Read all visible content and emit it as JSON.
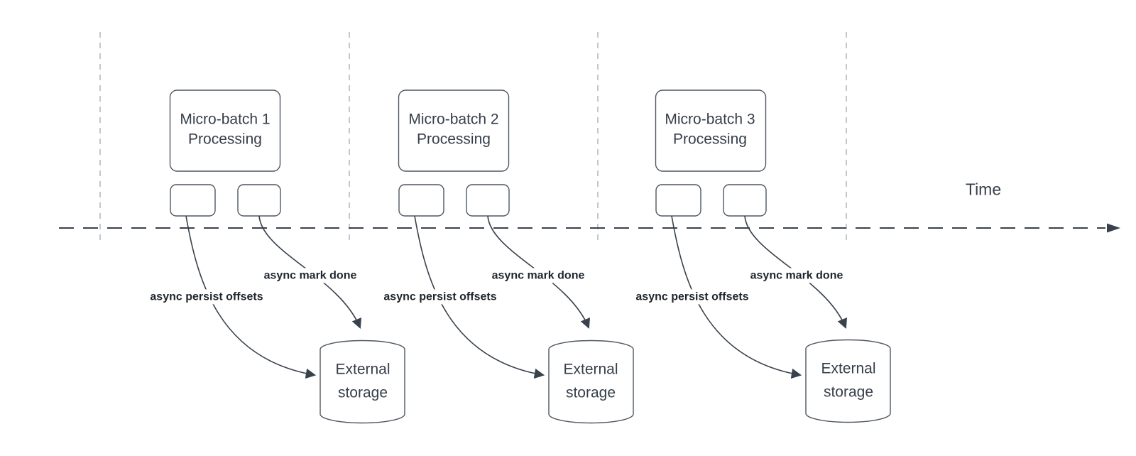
{
  "time_axis": {
    "label": "Time"
  },
  "groups": [
    {
      "batch_label": "Micro-batch 1\nProcessing",
      "persist_label": "async persist offsets",
      "mark_done_label": "async mark done",
      "storage_label": "External\nstorage"
    },
    {
      "batch_label": "Micro-batch 2\nProcessing",
      "persist_label": "async persist offsets",
      "mark_done_label": "async mark done",
      "storage_label": "External\nstorage"
    },
    {
      "batch_label": "Micro-batch 3\nProcessing",
      "persist_label": "async persist offsets",
      "mark_done_label": "async mark done",
      "storage_label": "External\nstorage"
    }
  ],
  "colors": {
    "stroke_dark": "#39414c",
    "shape_border": "#4e5762",
    "divider": "#b6bac0",
    "bold_label": "#1e252d",
    "node_text": "#363e49"
  }
}
